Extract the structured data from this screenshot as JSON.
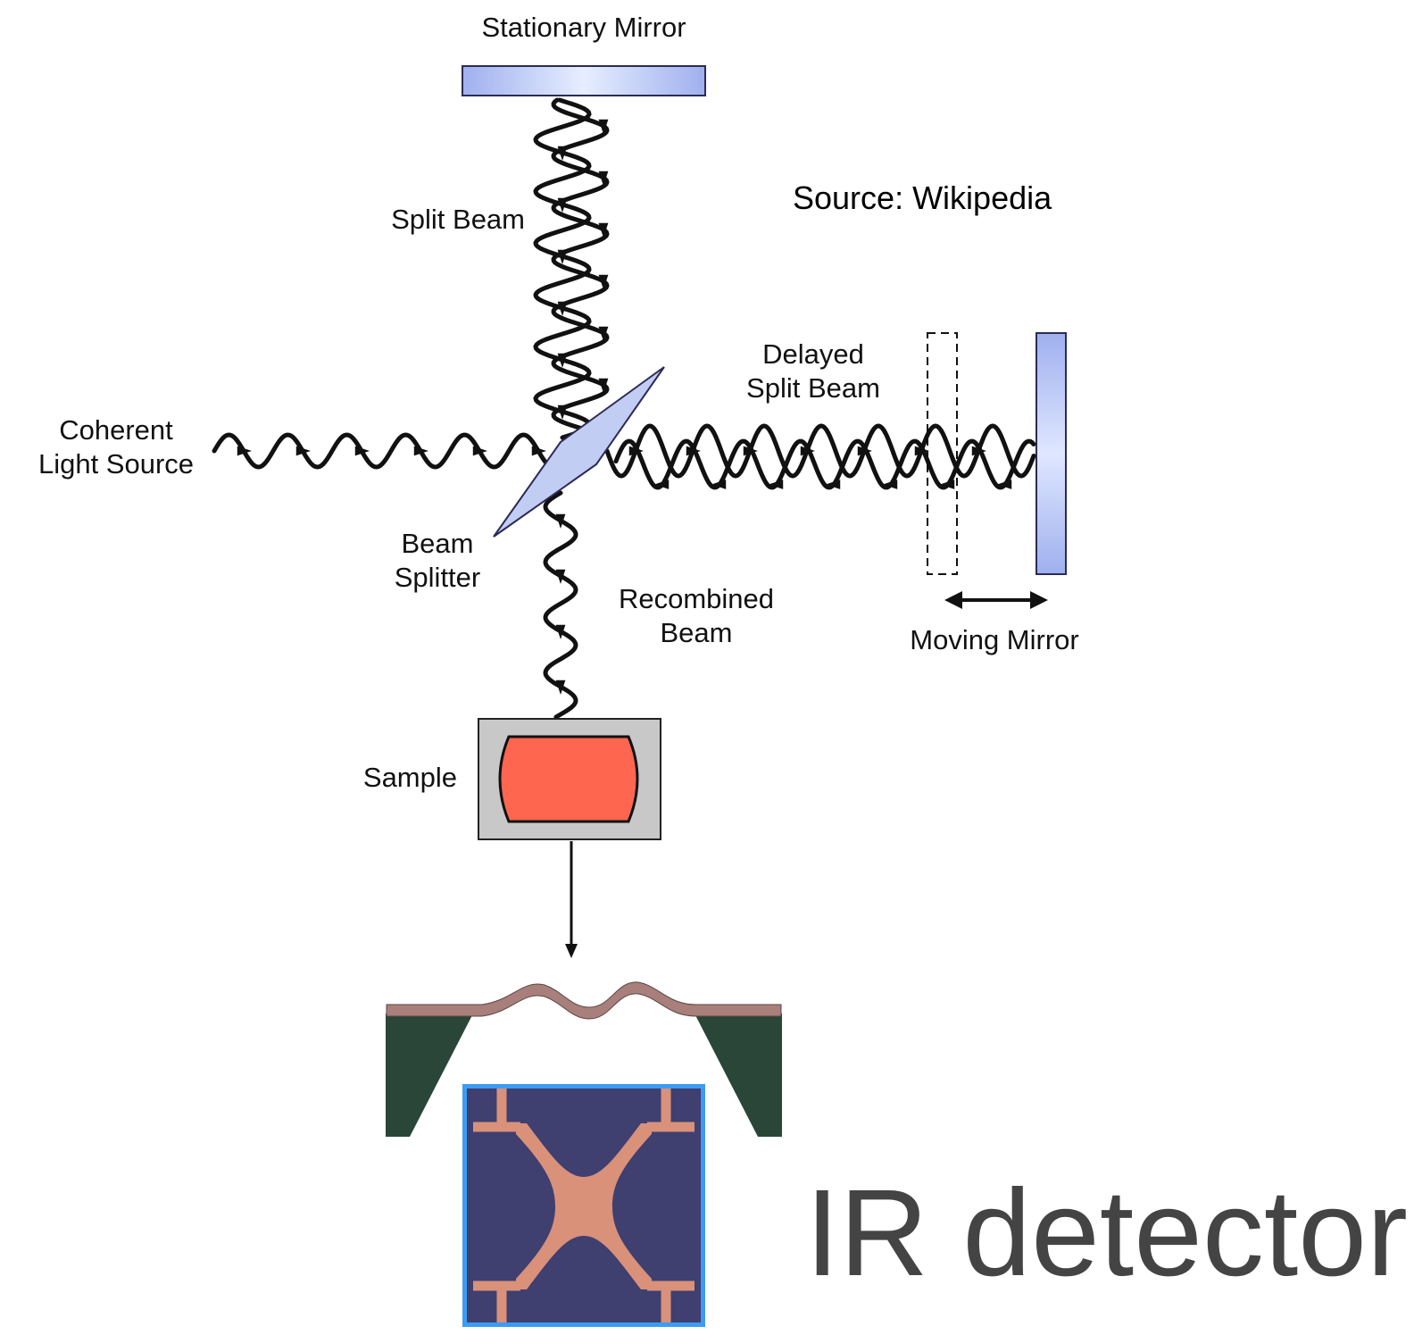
{
  "labels": {
    "stationary_mirror": "Stationary Mirror",
    "split_beam": "Split Beam",
    "source_note": "Source: Wikipedia",
    "delayed_split_beam_line1": "Delayed",
    "delayed_split_beam_line2": "Split Beam",
    "coherent_line1": "Coherent",
    "coherent_line2": "Light Source",
    "beam_splitter_line1": "Beam",
    "beam_splitter_line2": "Splitter",
    "recombined_line1": "Recombined",
    "recombined_line2": "Beam",
    "moving_mirror": "Moving Mirror",
    "sample": "Sample",
    "ir_detector": "IR detector"
  },
  "colors": {
    "mirror_fill": "#aebdf2",
    "mirror_light": "#e4ebff",
    "beam_splitter_fill": "#c2cdf3",
    "sample_box": "#c8c8c8",
    "sample_capsule": "#ff6650",
    "detector_support": "#294639",
    "membrane": "#a87f7a",
    "chip_border": "#3c9cf4",
    "chip_background": "#3f3f70",
    "chip_traces": "#d9917a",
    "wave": "#111111"
  }
}
